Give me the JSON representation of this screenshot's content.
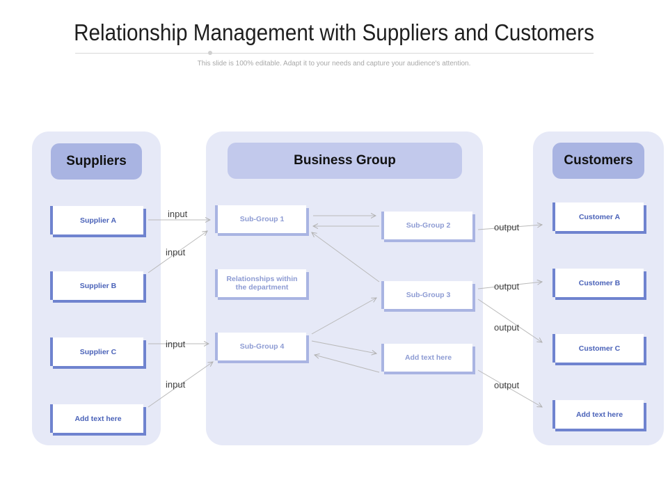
{
  "title": "Relationship Management with Suppliers and Customers",
  "subtitle": "This slide is 100% editable. Adapt it to your needs and capture your audience's attention.",
  "panels": {
    "suppliers": {
      "header": "Suppliers",
      "items": [
        "Supplier A",
        "Supplier B",
        "Supplier C",
        "Add text here"
      ]
    },
    "business": {
      "header": "Business Group",
      "items": {
        "sub1": "Sub-Group 1",
        "rel": "Relationships within the department",
        "sub4": "Sub-Group 4",
        "sub2": "Sub-Group 2",
        "sub3": "Sub-Group 3",
        "add": "Add text here"
      }
    },
    "customers": {
      "header": "Customers",
      "items": [
        "Customer A",
        "Customer B",
        "Customer C",
        "Add text here"
      ]
    }
  },
  "connector_labels": {
    "inputs": [
      "input",
      "input",
      "input",
      "input"
    ],
    "outputs": [
      "output",
      "output",
      "output",
      "output"
    ]
  },
  "colors": {
    "panel_bg": "#e6e9f7",
    "header_dark": "#a9b4e2",
    "header_light": "#c2c9ec",
    "box_accent": "#6f83cf",
    "box_text": "#4a62b8",
    "arrow": "#b0b0b0"
  }
}
